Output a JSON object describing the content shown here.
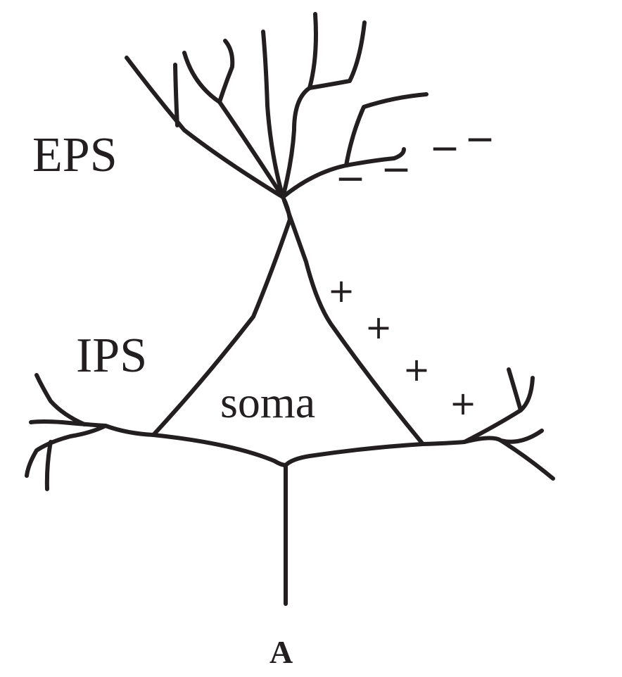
{
  "labels": {
    "eps": "EPS",
    "ips": "IPS",
    "soma": "soma",
    "axon": "A"
  },
  "charges": {
    "positive": [
      "+",
      "+",
      "+",
      "+"
    ],
    "negative": [
      "−",
      "−",
      "−",
      "−"
    ]
  },
  "colors": {
    "ink": "#231f20",
    "background": "#ffffff"
  }
}
